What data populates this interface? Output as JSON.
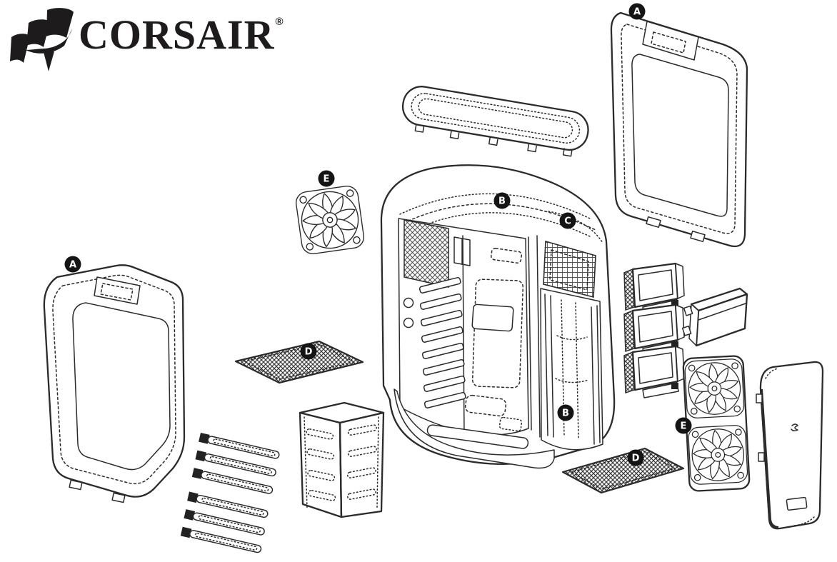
{
  "page": {
    "background_color": "#ffffff"
  },
  "logo": {
    "brand_text": "CORSAIR",
    "registered_mark": "®",
    "icon": "corsair-sails-icon",
    "color": "#1e1b1c"
  },
  "diagram": {
    "type": "exploded-view-line-illustration",
    "subject": "pc-case",
    "line_color": "#2b2b2b",
    "badge_style": {
      "background": "#141414",
      "text_color": "#ffffff"
    },
    "badges": {
      "a_left": "A",
      "a_right": "A",
      "b_top": "B",
      "b_bottom": "B",
      "c": "C",
      "d_top": "D",
      "d_bottom": "D",
      "e_top": "E",
      "e_bottom": "E"
    },
    "parts": [
      "windowed-side-panel-left",
      "windowed-side-panel-right",
      "top-cover-panel",
      "main-case-body",
      "120mm-fan",
      "dual-fan-assembly",
      "dust-filter-top",
      "dust-filter-bottom",
      "hdd-drive-cage",
      "drive-rail-stack",
      "ssd-tray",
      "ssd-tray",
      "ssd-tray",
      "accessory-box",
      "solid-side-panel"
    ]
  }
}
